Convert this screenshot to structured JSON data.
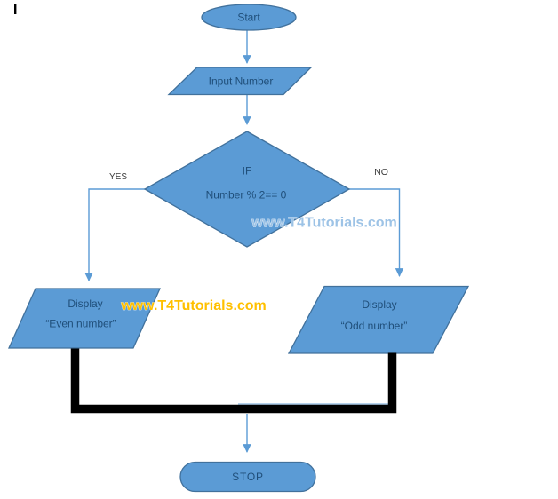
{
  "page": {
    "background": "#FFFFFF"
  },
  "flowchart": {
    "nodes": {
      "start": {
        "type": "terminator-ellipse",
        "label": "Start"
      },
      "input": {
        "type": "parallelogram",
        "label": "Input Number"
      },
      "decision": {
        "type": "diamond",
        "line1": "IF",
        "line2": "Number % 2== 0"
      },
      "display_even": {
        "type": "parallelogram",
        "line1": "Display",
        "line2": "“Even number”"
      },
      "display_odd": {
        "type": "parallelogram",
        "line1": "Display",
        "line2": "“Odd number”"
      },
      "stop": {
        "type": "terminator-rounded",
        "label": "STOP"
      }
    },
    "branch_labels": {
      "yes": "YES",
      "no": "NO"
    },
    "edges": [
      {
        "from": "start",
        "to": "input"
      },
      {
        "from": "input",
        "to": "decision"
      },
      {
        "from": "decision",
        "to": "display_even",
        "label": "YES"
      },
      {
        "from": "decision",
        "to": "display_odd",
        "label": "NO"
      },
      {
        "from": "display_even",
        "to": "stop"
      },
      {
        "from": "display_odd",
        "to": "stop"
      }
    ],
    "colors": {
      "shape_fill": "#5B9BD5",
      "shape_border": "#41719C",
      "shape_text": "#1F4E79",
      "connector": "#5B9BD5",
      "annotation_black": "#000000",
      "branch_label_text": "#3A3A3A",
      "remnant_line": "#9DC3E6"
    }
  },
  "watermarks": {
    "blue": {
      "text": "www.T4Tutorials.com",
      "color": "#9DC3E6"
    },
    "orange": {
      "text": "www.T4Tutorials.com",
      "color": "#FFC000"
    }
  }
}
